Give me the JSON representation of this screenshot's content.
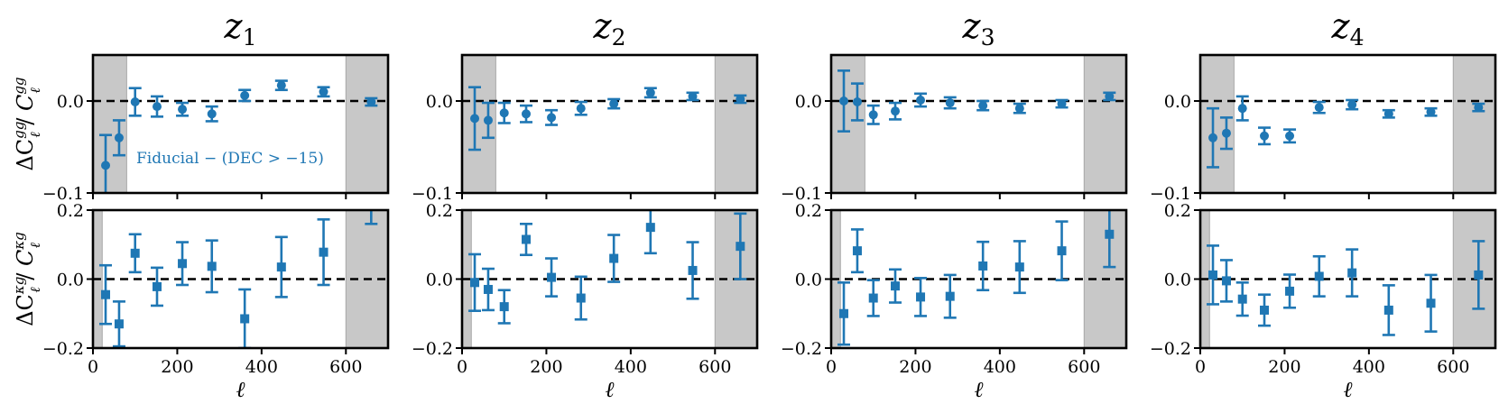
{
  "colors": {
    "series": "#1f77b4",
    "mask": "#c8c8c8",
    "reference_line": "#000000"
  },
  "column_titles": [
    {
      "base": "z",
      "sub": "1"
    },
    {
      "base": "z",
      "sub": "2"
    },
    {
      "base": "z",
      "sub": "3"
    },
    {
      "base": "z",
      "sub": "4"
    }
  ],
  "row_labels": [
    {
      "base": "ΔC",
      "sub": "ℓ",
      "sup": "gg",
      "sep": " / ",
      "base2": "C",
      "sub2": "ℓ",
      "sup2": "gg"
    },
    {
      "base": "ΔC",
      "sub": "ℓ",
      "sup": "κg",
      "sep": " / ",
      "base2": "C",
      "sub2": "ℓ",
      "sup2": "κg"
    }
  ],
  "x_axis_label": "ℓ",
  "annotation": "Fiducial − (DEC > −15)",
  "chart_data": [
    {
      "type": "scatter",
      "marker": "circle",
      "row": 0,
      "col": 0,
      "xlim": [
        0,
        700
      ],
      "ylim": [
        -0.1,
        0.05
      ],
      "yticks": [
        -0.1,
        0.0
      ],
      "ytick_labels": [
        "−0.1",
        "0.0"
      ],
      "xticks": [
        0,
        200,
        400,
        600
      ],
      "xtick_labels": [],
      "mask_regions": [
        [
          0,
          80
        ],
        [
          600,
          700
        ]
      ],
      "reference_y": 0.0,
      "annotation_visible": true,
      "x": [
        30,
        62,
        100,
        152,
        212,
        282,
        360,
        447,
        547,
        660
      ],
      "y": [
        -0.07,
        -0.04,
        -0.001,
        -0.006,
        -0.009,
        -0.014,
        0.006,
        0.017,
        0.01,
        -0.001
      ],
      "yerr": [
        0.033,
        0.019,
        0.015,
        0.011,
        0.007,
        0.008,
        0.006,
        0.005,
        0.005,
        0.004
      ]
    },
    {
      "type": "scatter",
      "marker": "circle",
      "row": 0,
      "col": 1,
      "xlim": [
        0,
        700
      ],
      "ylim": [
        -0.1,
        0.05
      ],
      "yticks": [
        -0.1,
        0.0
      ],
      "ytick_labels": [
        "−0.1",
        "0.0"
      ],
      "xticks": [
        0,
        200,
        400,
        600
      ],
      "xtick_labels": [],
      "mask_regions": [
        [
          0,
          80
        ],
        [
          600,
          700
        ]
      ],
      "reference_y": 0.0,
      "x": [
        30,
        62,
        100,
        152,
        212,
        282,
        360,
        447,
        547,
        660
      ],
      "y": [
        -0.019,
        -0.021,
        -0.013,
        -0.014,
        -0.018,
        -0.008,
        -0.003,
        0.009,
        0.005,
        0.002
      ],
      "yerr": [
        0.034,
        0.019,
        0.011,
        0.009,
        0.008,
        0.007,
        0.005,
        0.005,
        0.004,
        0.004
      ]
    },
    {
      "type": "scatter",
      "marker": "circle",
      "row": 0,
      "col": 2,
      "xlim": [
        0,
        700
      ],
      "ylim": [
        -0.1,
        0.05
      ],
      "yticks": [
        -0.1,
        0.0
      ],
      "ytick_labels": [
        "−0.1",
        "0.0"
      ],
      "xticks": [
        0,
        200,
        400,
        600
      ],
      "xtick_labels": [],
      "mask_regions": [
        [
          0,
          80
        ],
        [
          600,
          700
        ]
      ],
      "reference_y": 0.0,
      "x": [
        30,
        62,
        100,
        152,
        212,
        282,
        360,
        447,
        547,
        660
      ],
      "y": [
        0.0,
        -0.001,
        -0.015,
        -0.011,
        0.001,
        -0.002,
        -0.005,
        -0.008,
        -0.003,
        0.005
      ],
      "yerr": [
        0.033,
        0.02,
        0.01,
        0.009,
        0.007,
        0.006,
        0.005,
        0.005,
        0.004,
        0.004
      ]
    },
    {
      "type": "scatter",
      "marker": "circle",
      "row": 0,
      "col": 3,
      "xlim": [
        0,
        700
      ],
      "ylim": [
        -0.1,
        0.05
      ],
      "yticks": [
        -0.1,
        0.0
      ],
      "ytick_labels": [
        "−0.1",
        "0.0"
      ],
      "xticks": [
        0,
        200,
        400,
        600
      ],
      "xtick_labels": [],
      "mask_regions": [
        [
          0,
          80
        ],
        [
          600,
          700
        ]
      ],
      "reference_y": 0.0,
      "x": [
        30,
        62,
        100,
        152,
        212,
        282,
        360,
        447,
        547,
        660
      ],
      "y": [
        -0.04,
        -0.035,
        -0.008,
        -0.038,
        -0.038,
        -0.007,
        -0.004,
        -0.014,
        -0.012,
        -0.007
      ],
      "yerr": [
        0.032,
        0.017,
        0.013,
        0.009,
        0.007,
        0.006,
        0.005,
        0.004,
        0.004,
        0.004
      ]
    },
    {
      "type": "scatter",
      "marker": "square",
      "row": 1,
      "col": 0,
      "xlim": [
        0,
        700
      ],
      "ylim": [
        -0.2,
        0.2
      ],
      "yticks": [
        -0.2,
        0.0,
        0.2
      ],
      "ytick_labels": [
        "−0.2",
        "0.0",
        "0.2"
      ],
      "xticks": [
        0,
        200,
        400,
        600
      ],
      "xtick_labels": [
        "0",
        "200",
        "400",
        "600"
      ],
      "mask_regions": [
        [
          0,
          22
        ],
        [
          600,
          700
        ]
      ],
      "reference_y": 0.0,
      "x": [
        30,
        62,
        100,
        152,
        212,
        282,
        360,
        447,
        547,
        660
      ],
      "y": [
        -0.045,
        -0.13,
        0.075,
        -0.022,
        0.045,
        0.037,
        -0.115,
        0.035,
        0.078,
        0.23
      ],
      "yerr": [
        0.085,
        0.065,
        0.055,
        0.055,
        0.062,
        0.075,
        0.085,
        0.087,
        0.095,
        0.07
      ]
    },
    {
      "type": "scatter",
      "marker": "square",
      "row": 1,
      "col": 1,
      "xlim": [
        0,
        700
      ],
      "ylim": [
        -0.2,
        0.2
      ],
      "yticks": [
        -0.2,
        0.0,
        0.2
      ],
      "ytick_labels": [
        "−0.2",
        "0.0",
        "0.2"
      ],
      "xticks": [
        0,
        200,
        400,
        600
      ],
      "xtick_labels": [
        "0",
        "200",
        "400",
        "600"
      ],
      "mask_regions": [
        [
          0,
          22
        ],
        [
          600,
          700
        ]
      ],
      "reference_y": 0.0,
      "x": [
        30,
        62,
        100,
        152,
        212,
        282,
        360,
        447,
        547,
        660
      ],
      "y": [
        -0.01,
        -0.03,
        -0.08,
        0.115,
        0.005,
        -0.055,
        0.06,
        0.15,
        0.025,
        0.095
      ],
      "yerr": [
        0.082,
        0.06,
        0.048,
        0.045,
        0.055,
        0.062,
        0.068,
        0.075,
        0.082,
        0.095
      ]
    },
    {
      "type": "scatter",
      "marker": "square",
      "row": 1,
      "col": 2,
      "xlim": [
        0,
        700
      ],
      "ylim": [
        -0.2,
        0.2
      ],
      "yticks": [
        -0.2,
        0.0,
        0.2
      ],
      "ytick_labels": [
        "−0.2",
        "0.0",
        "0.2"
      ],
      "xticks": [
        0,
        200,
        400,
        600
      ],
      "xtick_labels": [
        "0",
        "200",
        "400",
        "600"
      ],
      "mask_regions": [
        [
          0,
          22
        ],
        [
          600,
          700
        ]
      ],
      "reference_y": 0.0,
      "x": [
        30,
        62,
        100,
        152,
        212,
        282,
        360,
        447,
        547,
        660
      ],
      "y": [
        -0.1,
        0.082,
        -0.055,
        -0.02,
        -0.052,
        -0.05,
        0.038,
        0.035,
        0.082,
        0.13
      ],
      "yerr": [
        0.09,
        0.062,
        0.052,
        0.048,
        0.055,
        0.062,
        0.07,
        0.075,
        0.085,
        0.095
      ]
    },
    {
      "type": "scatter",
      "marker": "square",
      "row": 1,
      "col": 3,
      "xlim": [
        0,
        700
      ],
      "ylim": [
        -0.2,
        0.2
      ],
      "yticks": [
        -0.2,
        0.0,
        0.2
      ],
      "ytick_labels": [
        "−0.2",
        "0.0",
        "0.2"
      ],
      "xticks": [
        0,
        200,
        400,
        600
      ],
      "xtick_labels": [
        "0",
        "200",
        "400",
        "600"
      ],
      "mask_regions": [
        [
          0,
          22
        ],
        [
          600,
          700
        ]
      ],
      "reference_y": 0.0,
      "x": [
        30,
        62,
        100,
        152,
        212,
        282,
        360,
        447,
        547,
        660
      ],
      "y": [
        0.012,
        -0.005,
        -0.058,
        -0.09,
        -0.035,
        0.008,
        0.018,
        -0.09,
        -0.07,
        0.012
      ],
      "yerr": [
        0.085,
        0.06,
        0.048,
        0.045,
        0.048,
        0.058,
        0.068,
        0.072,
        0.082,
        0.098
      ]
    }
  ]
}
